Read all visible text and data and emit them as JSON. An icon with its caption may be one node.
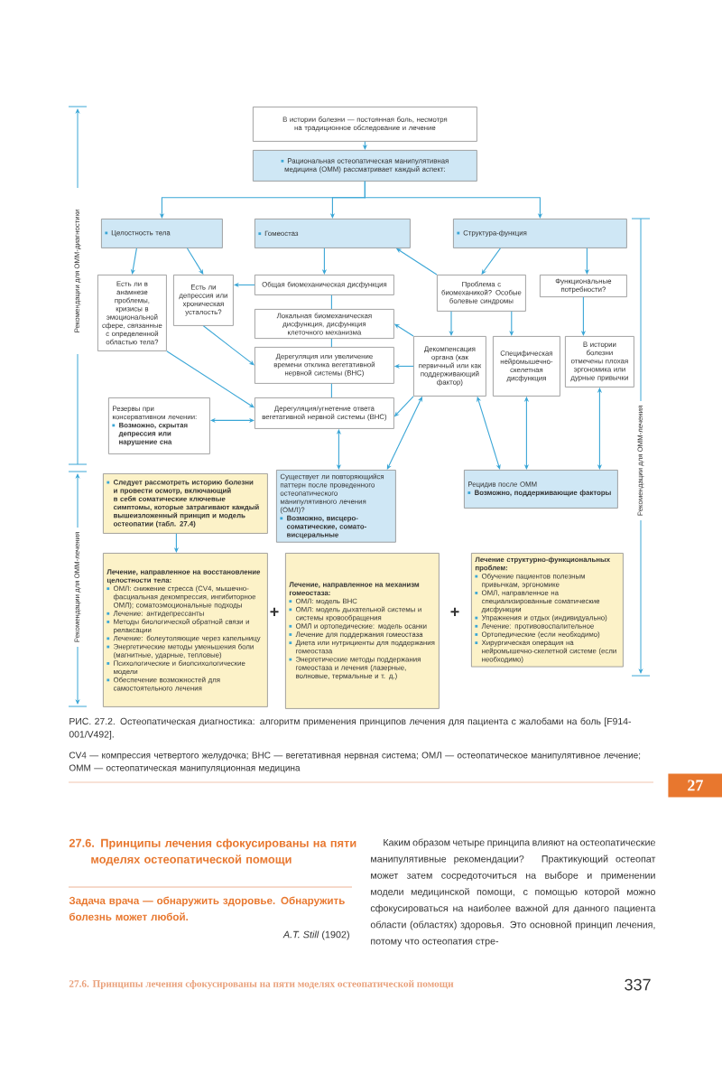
{
  "diagram": {
    "caption": "РИС. 27.2. Остеопатическая диагностика: алгоритм применения принципов лечения для пациента с жалобами на боль [F914-001/V492].",
    "nodes": [
      {
        "text": [
          "В истории болезни — постоянная боль, несмотря на традиционное обследование и лечение"
        ]
      },
      {
        "text": [
          "Рациональная остеопатическая манипулятивная медицина (ОММ) рассматривает каждый аспект:"
        ]
      },
      {
        "text": [
          "Целостность тела"
        ]
      },
      {
        "text": [
          "Гомеостаз"
        ]
      },
      {
        "text": [
          "Структура-функция"
        ]
      },
      {
        "text": [
          "Есть ли в анамнезе проблемы, кризисы в эмоциональной сфере, связанные с определенной областью тела?"
        ]
      },
      {
        "text": [
          "Есть ли депрессия или хроническая усталость?"
        ]
      },
      {
        "text": [
          "Общая биомеханическая дисфункция"
        ]
      },
      {
        "text": [
          "Локальная биомеханическая дисфункция, дисфункция клеточного механизма"
        ]
      },
      {
        "text": [
          "Дерегуляция или увеличение времени отклика вегетативной нервной системы (ВНС)"
        ]
      },
      {
        "text": [
          "Резервы при консервативном лечении:",
          "Возможно, скрытая депрессия или нарушение сна"
        ]
      },
      {
        "text": [
          "Дерегуляция/угнетение ответа вегетативной нервной системы (ВНС)"
        ]
      },
      {
        "text": [
          "Проблема с биомеханикой? Особые болевые синдромы"
        ]
      },
      {
        "text": [
          "Функциональные потребности?"
        ]
      },
      {
        "text": [
          "Декомпенсация органа (как первичный или как поддерживающий фактор)"
        ]
      },
      {
        "text": [
          "Специфическая нейромышечно-скелетная дисфункция"
        ]
      },
      {
        "text": [
          "В истории болезни отмечены плохая эргономика или дурные привычки"
        ]
      },
      {
        "text": [
          "Следует рассмотреть историю болезни и провести осмотр, включающий в себя соматические ключевые симптомы, которые затрагивают каждый вышеизложенный принцип и модель остеопатии (табл. 27.4)"
        ]
      },
      {
        "text": [
          "Существует ли повторяющийся паттерн после проведенного остеопатического манипулятивного лечения (ОМЛ)?",
          "Возможно, висцеро-соматические, сомато-висцеральные"
        ]
      },
      {
        "text": [
          "Рецидив после ОММ",
          "Возможно, поддерживающие факторы"
        ]
      },
      {
        "text": [
          "Лечение, направленное на восстановление целостности тела:",
          "ОМЛ: снижение стресса (CV4, мышечно-фасциальная декомпрессия, ингибиторное ОМЛ); соматоэмоциональные подходы",
          "Лечение: антидепрессанты",
          "Методы биологической обратной связи и релаксации",
          "Лечение: болеутоляющие через капельницу",
          "Энергетические методы уменьшения боли (магнитные, ударные, тепловые)",
          "Психологические и биопсихологические модели",
          "Обеспечение возможностей для самостоятельного лечения"
        ]
      },
      {
        "text": [
          "Лечение, направленное на механизм гомеостаза:",
          "ОМЛ: модель ВНС",
          "ОМЛ: модель дыхательной системы и системы кровообращения",
          "ОМЛ и ортопедические: модель осанки",
          "Лечение для поддержания гомеостаза",
          "Диета или нутрициенты для поддержания гомеостаза",
          "Энергетические методы поддержания гомеостаза и лечения (лазерные, волновые, термальные и т. д.)"
        ]
      },
      {
        "text": [
          "Лечение структурно-функциональных проблем:",
          "Обучение пациентов полезным привычкам, эргономике",
          "ОМЛ, направленное на специализированные соматические дисфункции",
          "Упражнения и отдых (индивидуально)",
          "Лечение: противовоспалительное",
          "Ортопедические (если необходимо)",
          "Хирургическая операция на нейромышечно-скелетной системе (если необходимо)"
        ]
      }
    ],
    "edges": [
      {
        "from": 0,
        "to": 1,
        "arrow": "to"
      },
      {
        "from": 1,
        "to": 2,
        "arrow": "to"
      },
      {
        "from": 1,
        "to": 3,
        "arrow": "to"
      },
      {
        "from": 1,
        "to": 4,
        "arrow": "to"
      },
      {
        "from": 2,
        "to": 5,
        "arrow": "to"
      },
      {
        "from": 2,
        "to": 6,
        "arrow": "to"
      },
      {
        "from": 3,
        "to": 7,
        "arrow": "to"
      },
      {
        "from": 7,
        "to": 8,
        "arrow": "none"
      },
      {
        "from": 8,
        "to": 9,
        "arrow": "none"
      },
      {
        "from": 9,
        "to": 11,
        "arrow": "none"
      },
      {
        "from": 7,
        "to": 6,
        "arrow": "to"
      },
      {
        "from": 6,
        "to": 9,
        "arrow": "to"
      },
      {
        "from": 5,
        "to": 11,
        "arrow": "to"
      },
      {
        "from": 4,
        "to": 12,
        "arrow": "to"
      },
      {
        "from": 4,
        "to": 13,
        "arrow": "to"
      },
      {
        "from": 12,
        "to": 3,
        "arrow": "to"
      },
      {
        "from": 12,
        "to": 14,
        "arrow": "to"
      },
      {
        "from": 12,
        "to": 15,
        "arrow": "to"
      },
      {
        "from": 13,
        "to": 16,
        "arrow": "to"
      },
      {
        "from": 14,
        "to": 8,
        "arrow": "to"
      },
      {
        "from": 14,
        "to": 9,
        "arrow": "to"
      },
      {
        "from": 14,
        "to": 11,
        "arrow": "to"
      },
      {
        "from": 10,
        "to": 11,
        "arrow": "both"
      },
      {
        "from": 11,
        "to": 18,
        "arrow": "both"
      },
      {
        "from": 14,
        "to": 18,
        "arrow": "both"
      },
      {
        "from": 14,
        "to": 19,
        "arrow": "both"
      },
      {
        "from": 15,
        "to": 19,
        "arrow": "both"
      },
      {
        "from": 16,
        "to": 19,
        "arrow": "both"
      },
      {
        "from": 17,
        "to": 20,
        "arrow": "to"
      }
    ],
    "labels": [
      "Рекомендации для ОММ-диагностики",
      "Рекомендации для ОММ-лечения",
      "Рекомендации для ОММ-лечения",
      "+",
      "+",
      "CV4 — компрессия четвертого желудочка; ВНС — вегетативная нервная система; ОМЛ — остеопатическое манипулятивное лечение; ОММ — остеопатическая манипуляционная медицина",
      "27",
      "27.6. Принципы лечения сфокусированы на пяти моделях остеопатической помощи",
      "Задача врача — обнаружить здоровье. Обнаружить болезнь может любой.",
      "*A.T. Still* (1902)",
      "Каким образом четыре принципа влияют на остеопатические манипулятивные рекомендации? Практикующий остеопат может затем сосредоточиться на выборе и применении модели медицинской помощи, с помощью которой можно сфокусироваться на наиболее важной для данного пациента области (областях) здоровья. Это основной принцип лечения, потому что остеопатия стре-",
      "27.6. Принципы лечения сфокусированы на пяти моделях остеопатической помощи",
      "337"
    ]
  }
}
